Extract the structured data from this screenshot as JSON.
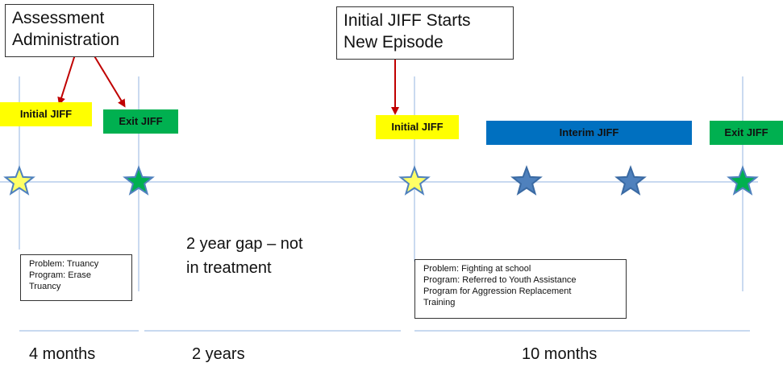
{
  "callouts": {
    "assessment": "Assessment\nAdministration",
    "new_episode": "Initial JIFF Starts\nNew Episode"
  },
  "tags": {
    "initial_1": "Initial JIFF",
    "exit_1": "Exit JIFF",
    "initial_2": "Initial JIFF",
    "interim": "Interim JIFF",
    "exit_2": "Exit JIFF"
  },
  "notes": {
    "first_episode": "Problem: Truancy\nProgram: Erase\nTruancy",
    "second_episode": "Problem: Fighting at school\nProgram: Referred to Youth Assistance\nProgram for Aggression Replacement\nTraining"
  },
  "gap_text": "2 year gap – not\nin treatment",
  "durations": {
    "first": "4 months",
    "gap": "2 years",
    "second": "10 months"
  },
  "colors": {
    "yellow_tag": "#ffff00",
    "green_tag": "#00b050",
    "blue_tag": "#0070c0",
    "star_blue": "#4f81bd",
    "star_green": "#00b050",
    "star_yellow": "#ffff66",
    "arrow": "#c00000",
    "timeline": "#a6c2e6"
  }
}
